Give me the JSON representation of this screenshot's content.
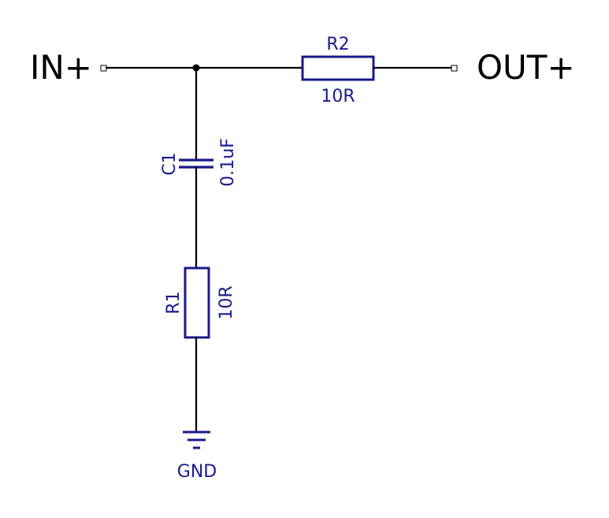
{
  "colors": {
    "wire": "#000000",
    "component": "#1a1a8c",
    "background": "#ffffff"
  },
  "ports": {
    "input": "IN+",
    "output": "OUT+"
  },
  "components": {
    "r2": {
      "ref": "R2",
      "value": "10R"
    },
    "c1": {
      "ref": "C1",
      "value": "0.1uF"
    },
    "r1": {
      "ref": "R1",
      "value": "10R"
    }
  },
  "ground": {
    "label": "GND"
  }
}
